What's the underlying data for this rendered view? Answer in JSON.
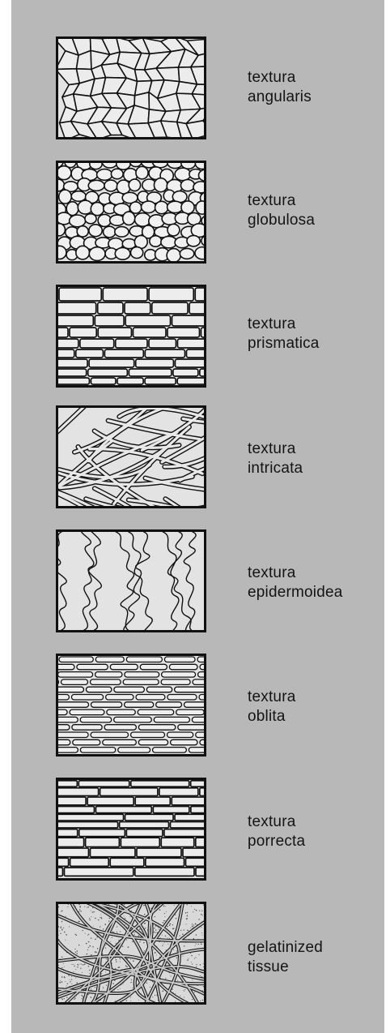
{
  "plate_color": "#b8b8b8",
  "line_color": "#111111",
  "items": [
    {
      "line1": "textura",
      "line2": "angularis",
      "pattern": "angular-cells"
    },
    {
      "line1": "textura",
      "line2": "globulosa",
      "pattern": "globose-cells"
    },
    {
      "line1": "textura",
      "line2": "prismatica",
      "pattern": "prismatic-cells"
    },
    {
      "line1": "textura",
      "line2": "intricata",
      "pattern": "interwoven-hyphae"
    },
    {
      "line1": "textura",
      "line2": "epidermoidea",
      "pattern": "jigsaw-cells"
    },
    {
      "line1": "textura",
      "line2": "oblita",
      "pattern": "parallel-thick-walled-hyphae"
    },
    {
      "line1": "textura",
      "line2": "porrecta",
      "pattern": "parallel-hyphae"
    },
    {
      "line1": "gelatinized",
      "line2": "tissue",
      "pattern": "hyphae-in-gel"
    }
  ]
}
